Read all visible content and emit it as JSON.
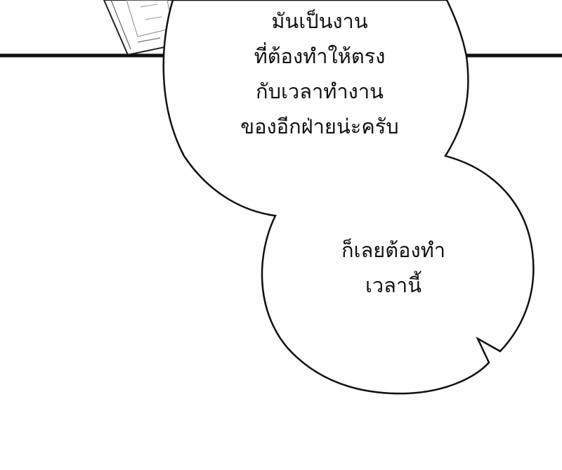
{
  "colors": {
    "ink": "#111111",
    "paper": "#ffffff"
  },
  "bubbles": [
    {
      "lines": [
        "มันเป็นงาน",
        "ที่ต้องทำให้ตรง",
        "กับเวลาทำงาน",
        "ของอีกฝ่ายน่ะครับ"
      ]
    },
    {
      "lines": [
        "ก็เลยต้องทำ",
        "เวลานี้"
      ]
    }
  ]
}
